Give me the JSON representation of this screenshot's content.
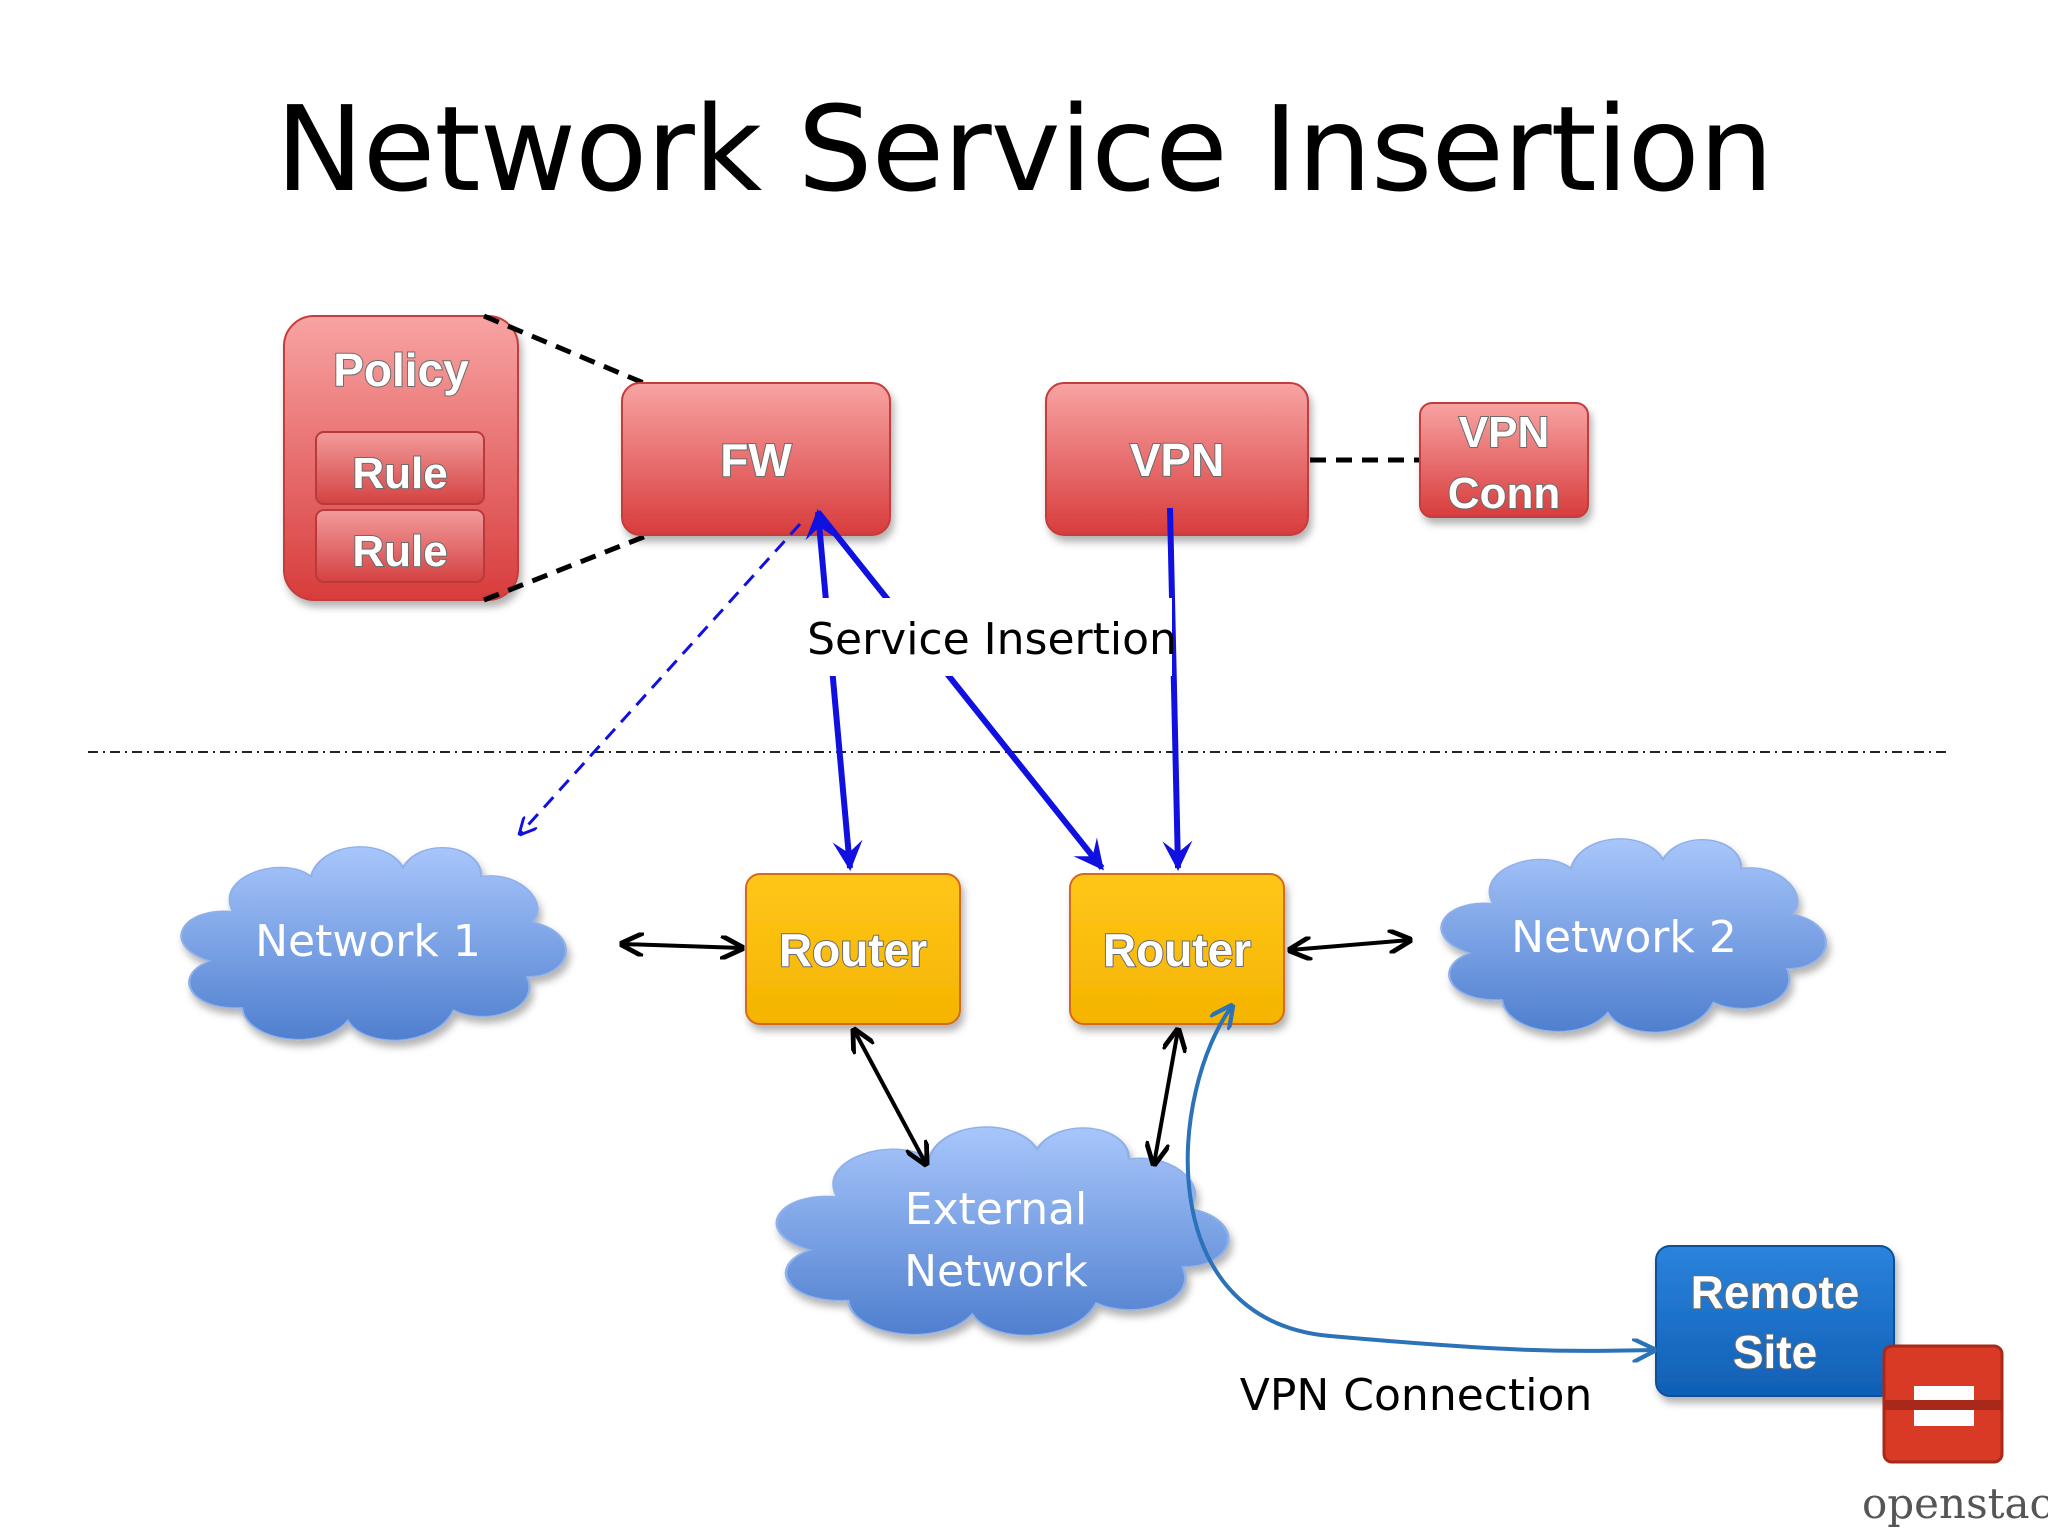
{
  "title": "Network Service Insertion",
  "policy": {
    "label": "Policy",
    "rules": [
      "Rule",
      "Rule"
    ]
  },
  "nodes": {
    "fw": "FW",
    "vpn": "VPN",
    "vpn_conn": [
      "VPN",
      "Conn"
    ],
    "router_left": "Router",
    "router_right": "Router",
    "remote_site": [
      "Remote",
      "Site"
    ]
  },
  "networks": {
    "network1": "Network 1",
    "network2": "Network 2",
    "external": [
      "External",
      "Network"
    ]
  },
  "labels": {
    "service_insertion": "Service Insertion",
    "vpn_connection": "VPN Connection"
  },
  "logo": {
    "text": "openstack",
    "tm": "™"
  },
  "colors": {
    "service_box": "#e24b4b",
    "router_box": "#ffc000",
    "cloud": "#7fa7e6",
    "remote_box": "#1a6fc7",
    "insertion_arrow": "#1010e0",
    "vpn_connection_arrow": "#2c72b8",
    "logo_red": "#d93a25"
  }
}
